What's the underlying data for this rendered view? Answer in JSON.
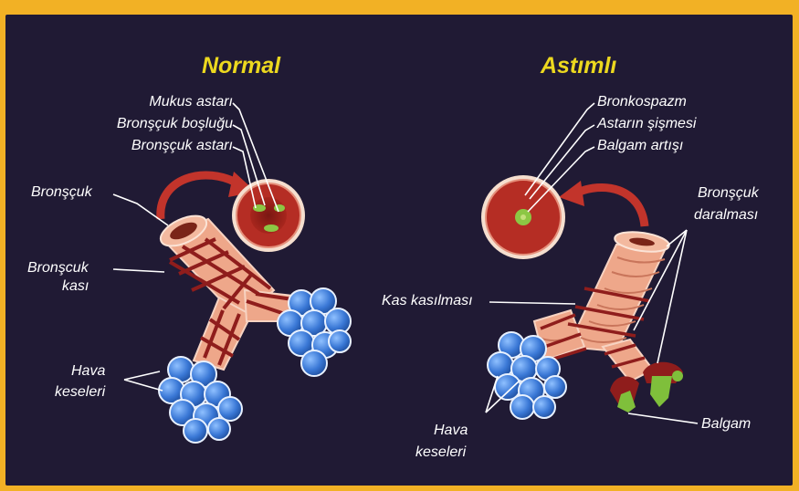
{
  "normal": {
    "title": "Normal",
    "labels": {
      "mucus_lining": "Mukus astarı",
      "bronchiole_lumen": "Bronşçuk boşluğu",
      "bronchiole_lining": "Bronşçuk astarı",
      "bronchiole": "Bronşçuk",
      "bronchiole_muscle_1": "Bronşcuk",
      "bronchiole_muscle_2": "kası",
      "air_sacs_1": "Hava",
      "air_sacs_2": "keseleri"
    }
  },
  "asthmatic": {
    "title": "Astımlı",
    "labels": {
      "bronchospasm": "Bronkospazm",
      "lining_swelling": "Astarın şişmesi",
      "mucus_increase": "Balgam artışı",
      "narrowing_1": "Bronşçuk",
      "narrowing_2": "daralması",
      "muscle_contraction": "Kas kasılması",
      "air_sacs_1": "Hava",
      "air_sacs_2": "keseleri",
      "mucus": "Balgam"
    }
  },
  "colors": {
    "frame": "#f2b125",
    "background": "#201a34",
    "heading": "#ecd81f",
    "label": "#ffffff",
    "airway": "#eea78a",
    "muscle_band": "#8f1d1c",
    "arrow": "#c2342b",
    "alveoli": "#3a78d6",
    "cross_section": "#b52d24",
    "mucus": "#7fbf3b"
  }
}
